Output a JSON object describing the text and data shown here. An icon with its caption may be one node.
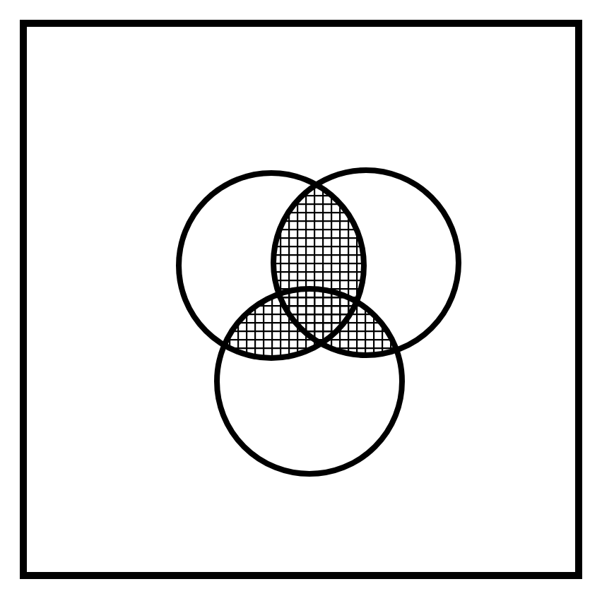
{
  "diagram": {
    "nodes": [
      {
        "text": [],
        "shape": "box"
      },
      {
        "text": [],
        "shape": "circle",
        "in": 0
      },
      {
        "text": [],
        "shape": "circle",
        "in": 0
      },
      {
        "text": [],
        "shape": "circle",
        "in": 0
      }
    ]
  }
}
